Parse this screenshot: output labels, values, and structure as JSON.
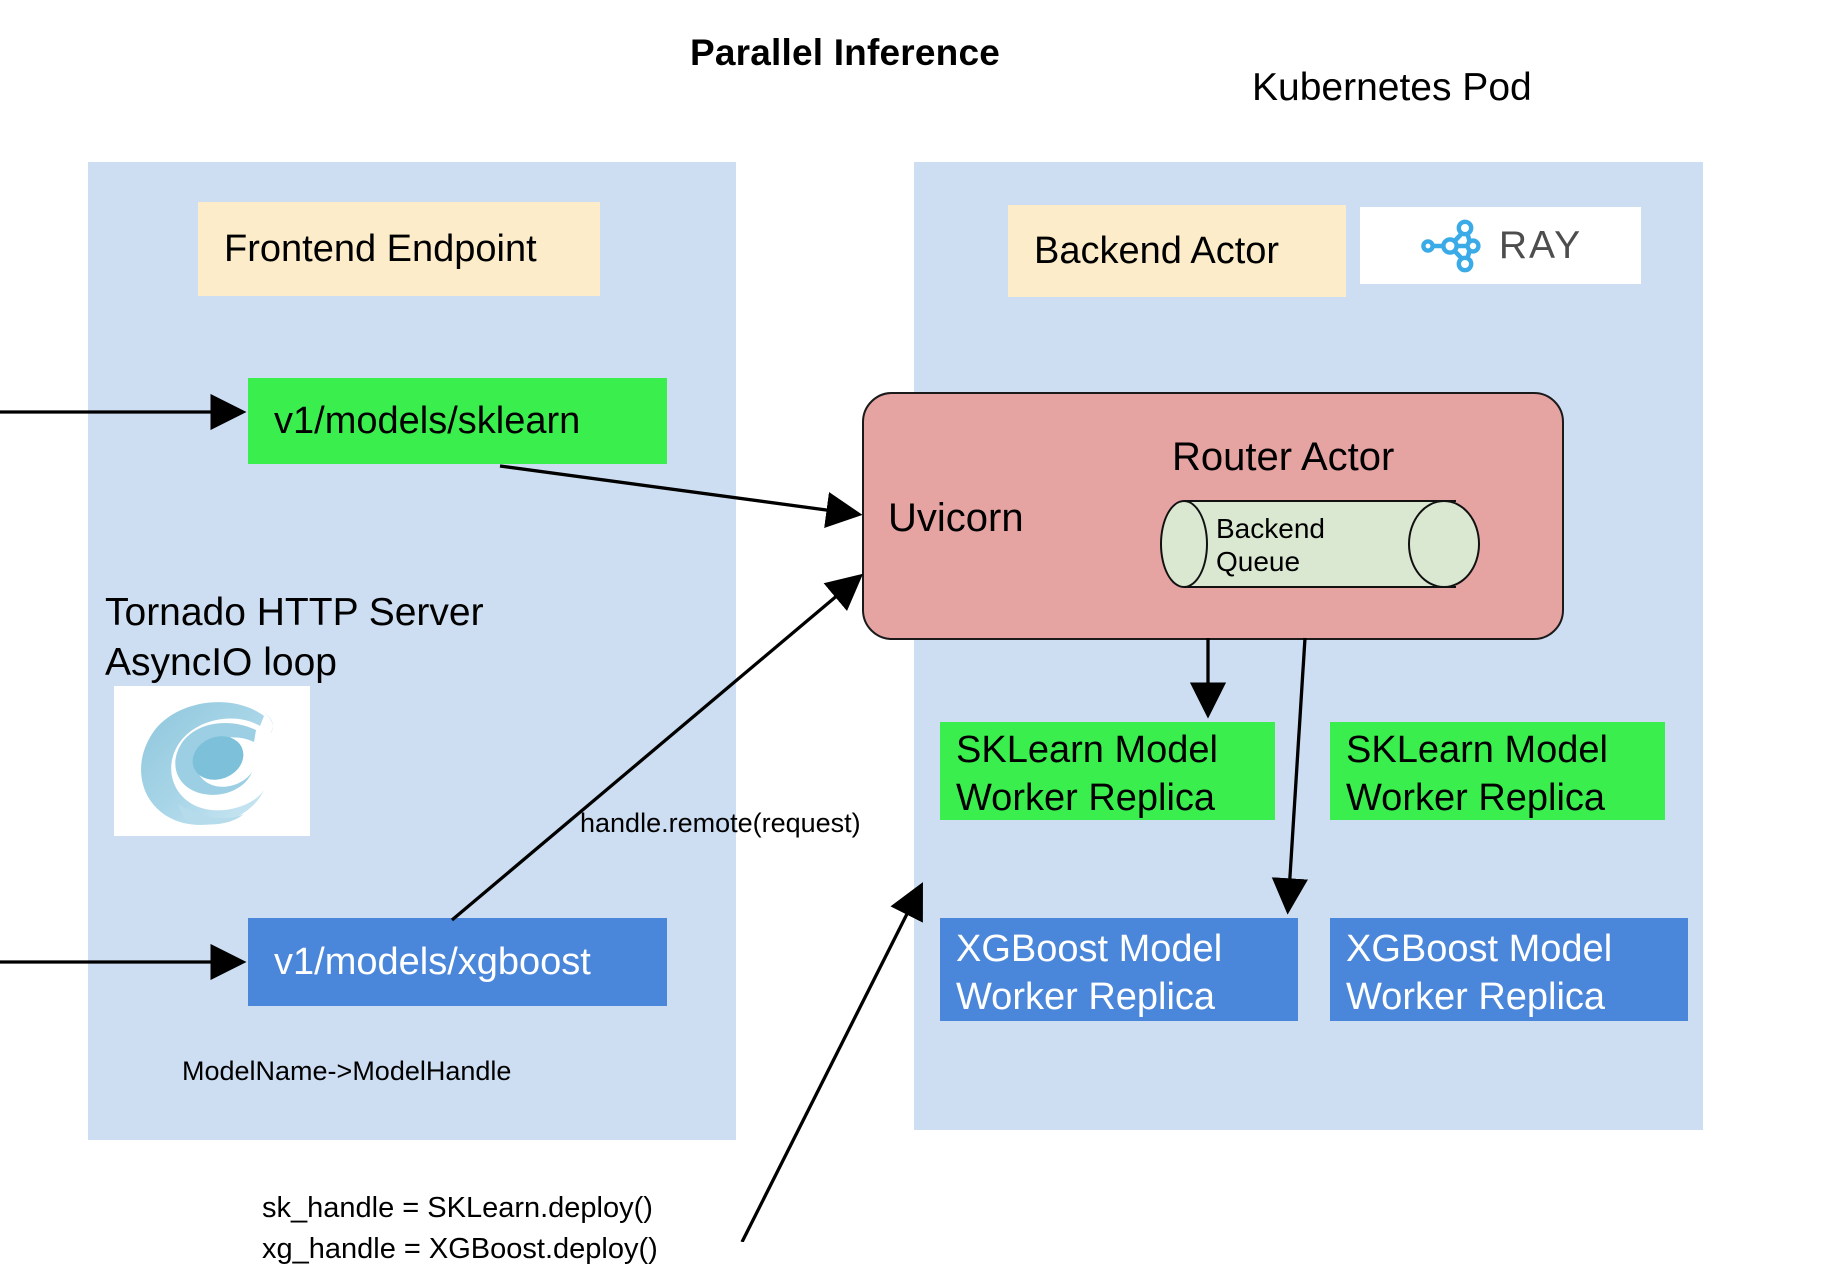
{
  "title": "Parallel Inference",
  "pod_title": "Kubernetes Pod",
  "frontend": {
    "endpoint_header": "Frontend Endpoint",
    "endpoints": [
      {
        "label": "v1/models/sklearn",
        "color": "#3aee4e"
      },
      {
        "label": "v1/models/xgboost",
        "color": "#4a86da"
      }
    ],
    "server_caption": "Tornado HTTP Server\nAsyncIO loop",
    "logo_name": "tornado-logo",
    "mapping_note": "ModelName->ModelHandle"
  },
  "backend": {
    "actor_header": "Backend Actor",
    "ray_logo_text": "RAY",
    "router": {
      "title": "Router Actor",
      "server_label": "Uvicorn",
      "queue_label": "Backend\nQueue"
    },
    "workers": [
      {
        "label": "SKLearn Model\nWorker Replica",
        "color": "#3aee4e"
      },
      {
        "label": "SKLearn Model\nWorker Replica",
        "color": "#3aee4e"
      },
      {
        "label": "XGBoost Model\nWorker Replica",
        "color": "#4a86da"
      },
      {
        "label": "XGBoost Model\nWorker Replica",
        "color": "#4a86da"
      }
    ]
  },
  "annotations": {
    "handle_remote": "handle.remote(request)",
    "deploy_code": "sk_handle = SKLearn.deploy()\nxg_handle = XGBoost.deploy()"
  },
  "colors": {
    "panel": "#cddef2",
    "cream": "#fcecc9",
    "green": "#3aee4e",
    "blue": "#4a86da",
    "router_fill": "#e5a3a2",
    "queue_fill": "#dbe8d1",
    "ray_blue": "#3babe8",
    "ray_text": "#4d4d4d"
  }
}
